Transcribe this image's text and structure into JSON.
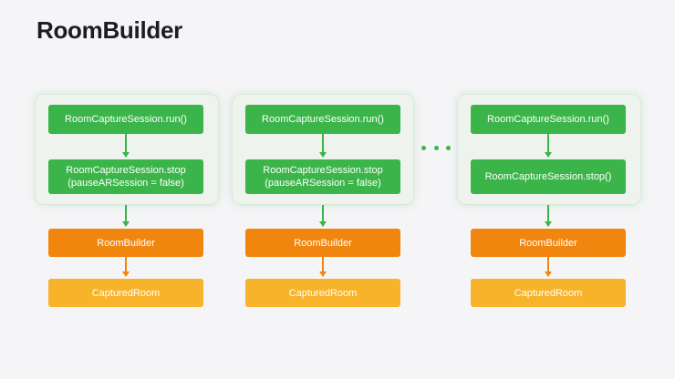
{
  "title": "RoomBuilder",
  "colors": {
    "session": "#3bb54a",
    "builder": "#f0860e",
    "captured": "#f7b32a"
  },
  "columns": [
    {
      "run_label": "RoomCaptureSession.run()",
      "stop_label": "RoomCaptureSession.stop\n(pauseARSession = false)",
      "builder_label": "RoomBuilder",
      "captured_label": "CapturedRoom"
    },
    {
      "run_label": "RoomCaptureSession.run()",
      "stop_label": "RoomCaptureSession.stop\n(pauseARSession = false)",
      "builder_label": "RoomBuilder",
      "captured_label": "CapturedRoom"
    },
    {
      "run_label": "RoomCaptureSession.run()",
      "stop_label": "RoomCaptureSession.stop()",
      "builder_label": "RoomBuilder",
      "captured_label": "CapturedRoom"
    }
  ]
}
